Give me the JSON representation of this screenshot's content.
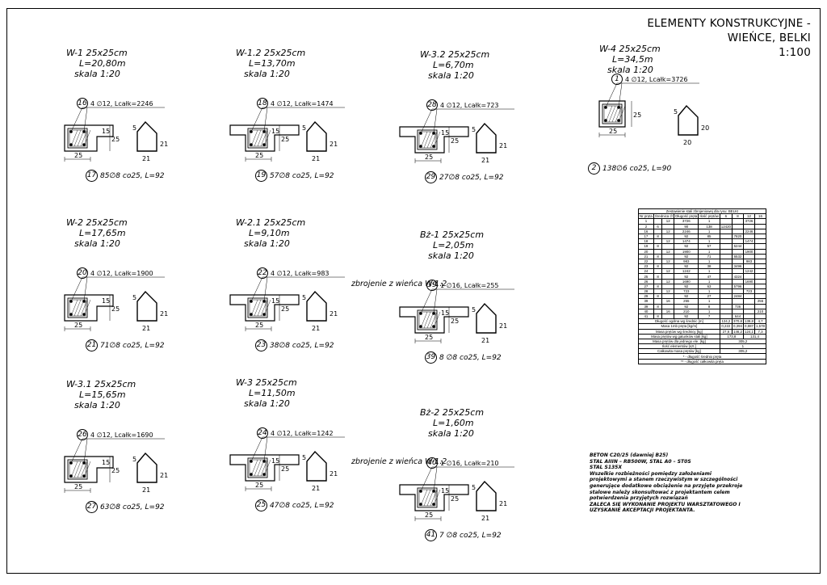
{
  "title": {
    "line1": "ELEMENTY KONSTRUKCYJNE -",
    "line2": "WIEŃCE, BELKI",
    "scale": "1:100"
  },
  "details": [
    {
      "id": "w1",
      "name": "W-1  25x25cm",
      "length": "L=20,80m",
      "scale": "skala  1:20",
      "rebar_mark": "16",
      "rebar_text": "4 ∅12, Lcałk=2246",
      "stirrup_mark": "17",
      "stirrup_text": "85∅8 co25,  L=92",
      "dims": {
        "w": "25",
        "h": "25",
        "h2": "15",
        "a": "21",
        "b": "21",
        "c": "5"
      }
    },
    {
      "id": "w12",
      "name": "W-1.2  25x25cm",
      "length": "L=13,70m",
      "scale": "skala  1:20",
      "rebar_mark": "18",
      "rebar_text": "4 ∅12, Lcałk=1474",
      "stirrup_mark": "19",
      "stirrup_text": "57∅8 co25,  L=92",
      "dims": {
        "w": "25",
        "h": "25",
        "h2": "15",
        "a": "21",
        "b": "21",
        "c": "5"
      }
    },
    {
      "id": "w32",
      "name": "W-3.2  25x25cm",
      "length": "L=6,70m",
      "scale": "skala  1:20",
      "rebar_mark": "28",
      "rebar_text": "4 ∅12, Lcałk=723",
      "stirrup_mark": "29",
      "stirrup_text": "27∅8 co25,  L=92",
      "dims": {
        "w": "25",
        "h": "25",
        "h2": "15",
        "a": "21",
        "b": "21",
        "c": "5"
      }
    },
    {
      "id": "w4",
      "name": "W-4  25x25cm",
      "length": "L=34,5m",
      "scale": "skala  1:20",
      "rebar_mark": "1",
      "rebar_text": "4 ∅12, Lcałk=3726",
      "stirrup_mark": "2",
      "stirrup_text": "138∅6 co25,  L=90",
      "dims": {
        "w": "25",
        "h": "25",
        "a": "20",
        "b": "20",
        "c": "5"
      }
    },
    {
      "id": "w2",
      "name": "W-2  25x25cm",
      "length": "L=17,65m",
      "scale": "skala  1:20",
      "rebar_mark": "20",
      "rebar_text": "4 ∅12, Lcałk=1900",
      "stirrup_mark": "21",
      "stirrup_text": "71∅8 co25,  L=92",
      "dims": {
        "w": "25",
        "h": "25",
        "h2": "15",
        "a": "21",
        "b": "21",
        "c": "5"
      }
    },
    {
      "id": "w21",
      "name": "W-2.1  25x25cm",
      "length": "L=9,10m",
      "scale": "skala  1:20",
      "rebar_mark": "22",
      "rebar_text": "4 ∅12, Lcałk=983",
      "stirrup_mark": "23",
      "stirrup_text": "38∅8 co25,  L=92",
      "dims": {
        "w": "25",
        "h": "25",
        "h2": "15",
        "a": "21",
        "b": "21",
        "c": "5"
      }
    },
    {
      "id": "bz1",
      "name": "Bż-1  25x25cm",
      "length": "L=2,05m",
      "scale": "skala  1:20",
      "side_text": "zbrojenie  z  wieńca  W-1.2",
      "rebar_mark": "39",
      "rebar_text": "1 ∅16, Lcałk=255",
      "stirrup_mark": "39",
      "stirrup_text": "8  ∅8  co25,  L=92",
      "dims": {
        "w": "25",
        "h": "25",
        "h2": "15",
        "a": "21",
        "b": "21",
        "c": "5"
      }
    },
    {
      "id": "w31",
      "name": "W-3.1  25x25cm",
      "length": "L=15,65m",
      "scale": "skala  1:20",
      "rebar_mark": "26",
      "rebar_text": "4 ∅12, Lcałk=1690",
      "stirrup_mark": "27",
      "stirrup_text": "63∅8 co25,  L=92",
      "dims": {
        "w": "25",
        "h": "25",
        "h2": "15",
        "a": "21",
        "b": "21",
        "c": "5"
      }
    },
    {
      "id": "w3",
      "name": "W-3  25x25cm",
      "length": "L=11,50m",
      "scale": "skala  1:20",
      "rebar_mark": "24",
      "rebar_text": "4 ∅12, Lcałk=1242",
      "stirrup_mark": "25",
      "stirrup_text": "47∅8 co25,  L=92",
      "dims": {
        "w": "25",
        "h": "25",
        "h2": "15",
        "a": "21",
        "b": "21",
        "c": "5"
      }
    },
    {
      "id": "bz2",
      "name": "Bż-2  25x25cm",
      "length": "L=1,60m",
      "scale": "skala  1:20",
      "side_text": "zbrojenie  z  wieńca  W-1.2",
      "rebar_mark": "40",
      "rebar_text": "1 ∅16, Lcałk=210",
      "stirrup_mark": "41",
      "stirrup_text": "7  ∅8  co25,  L=92",
      "dims": {
        "w": "25",
        "h": "25",
        "h2": "15",
        "a": "21",
        "b": "21",
        "c": "5"
      }
    }
  ],
  "steel_table": {
    "caption": "Zestawienie stali zbrojeniowej dla rysu: BELKI",
    "headers": [
      "Nr pręta",
      "Średnica ∅",
      "Długość pręta",
      "Ilość prętów",
      "6",
      "8",
      "12",
      "16"
    ],
    "rows": [
      [
        "1",
        "",
        "12",
        "3726",
        "1",
        "",
        "",
        "3726",
        ""
      ],
      [
        "2",
        "6",
        "",
        "90",
        "138",
        "12420",
        "",
        "",
        ""
      ],
      [
        "16",
        "",
        "12",
        "2246",
        "1",
        "",
        "",
        "2246",
        ""
      ],
      [
        "17",
        "8",
        "",
        "92",
        "85",
        "",
        "7820",
        "",
        ""
      ],
      [
        "18",
        "",
        "12",
        "1474",
        "1",
        "",
        "",
        "1474",
        ""
      ],
      [
        "19",
        "8",
        "",
        "92",
        "57",
        "",
        "5244",
        "",
        ""
      ],
      [
        "20",
        "",
        "12",
        "1900",
        "1",
        "",
        "",
        "1900",
        ""
      ],
      [
        "21",
        "8",
        "",
        "92",
        "71",
        "",
        "6532",
        "",
        ""
      ],
      [
        "22",
        "",
        "12",
        "983",
        "1",
        "",
        "",
        "983",
        ""
      ],
      [
        "23",
        "8",
        "",
        "92",
        "38",
        "",
        "3496",
        "",
        ""
      ],
      [
        "24",
        "",
        "12",
        "1242",
        "1",
        "",
        "",
        "1242",
        ""
      ],
      [
        "25",
        "8",
        "",
        "92",
        "47",
        "",
        "4324",
        "",
        ""
      ],
      [
        "26",
        "",
        "12",
        "1690",
        "1",
        "",
        "",
        "1690",
        ""
      ],
      [
        "27",
        "8",
        "",
        "92",
        "63",
        "",
        "5796",
        "",
        ""
      ],
      [
        "28",
        "",
        "12",
        "723",
        "1",
        "",
        "",
        "723",
        ""
      ],
      [
        "29",
        "8",
        "",
        "92",
        "27",
        "",
        "2484",
        "",
        ""
      ],
      [
        "39",
        "",
        "16",
        "255",
        "1",
        "",
        "",
        "",
        "255"
      ],
      [
        "39",
        "8",
        "",
        "92",
        "8",
        "",
        "736",
        "",
        ""
      ],
      [
        "40",
        "",
        "16",
        "210",
        "1",
        "",
        "",
        "",
        "210"
      ],
      [
        "41",
        "8",
        "",
        "92",
        "7",
        "",
        "644",
        "",
        ""
      ]
    ],
    "summary": [
      {
        "label": "Długość ogólna wg średnic [m]",
        "values": [
          "124,2",
          "370,8",
          "139,8",
          "4,7"
        ]
      },
      {
        "label": "Masa 1mb pręta [kg/m]",
        "values": [
          "0,222",
          "0,394",
          "0,887",
          "1,578"
        ]
      },
      {
        "label": "Masa prętów wg średnicy [kg]",
        "values": [
          "27,6",
          "146,2",
          "124,1",
          "7,3"
        ]
      },
      {
        "label": "Masa prętów wg gatunków stali [kg]",
        "values": [
          "173,8",
          "131,4"
        ]
      },
      {
        "label": "Masa prętów dla jednego ele. [kg]",
        "values": [
          "305,2"
        ]
      },
      {
        "label": "Ilość elementów [szt.]",
        "values": [
          "1"
        ]
      },
      {
        "label": "Całkowita masa prętów [kg]",
        "values": [
          "305,2"
        ]
      }
    ],
    "footnotes": [
      "* - długość średnio pręta",
      "** - długość całkowita pręta"
    ]
  },
  "notes": [
    "BETON C20/25 (dawniej B25)",
    "STAL AIIIN – RB500W, STAL A0 – ST0S",
    "STAL S135X",
    "Wszelkie rozbieżności pomiędzy założeniami",
    "projektowymi a stanem rzeczywistym w szczególności",
    "generujące dodatkowe obciążenie na przyjęte przekroje",
    "stalowe należy skonsultować z projektantem celem",
    "potwierdzenia przyjętych rozwiązań",
    "ZALECA SIĘ WYKONANIE PROJEKTU WARSZTATOWEGO I",
    "UZYSKANIE AKCEPTACJI PROJEKTANTA."
  ]
}
